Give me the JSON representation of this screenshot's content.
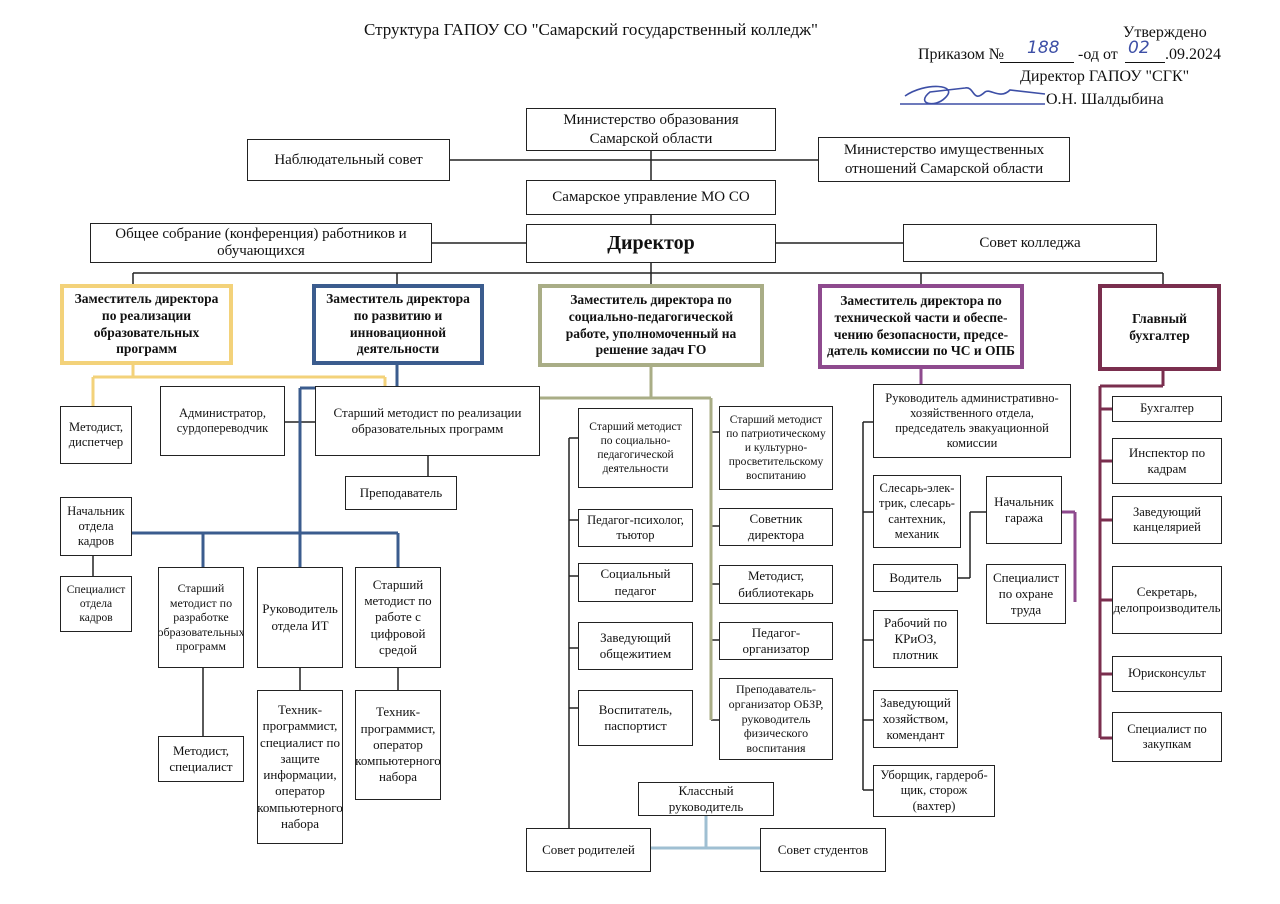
{
  "header": {
    "title": "Структура ГАПОУ СО \"Самарский государственный колледж\"",
    "approved": "Утверждено",
    "order_prefix": "Приказом №",
    "order_number": "188",
    "order_mid": "-од от",
    "order_day": "02",
    "order_rest": ".09.2024",
    "director_title": "Директор ГАПОУ \"СГК\"",
    "director_name": "О.Н. Шалдыбина"
  },
  "colors": {
    "line_black": "#222222",
    "dep1_yellow": "#f3d27a",
    "dep2_blue": "#3b5c8e",
    "dep3_olive": "#a9ad86",
    "dep4_purple": "#8e4a8e",
    "dep5_maroon": "#7a2e4e"
  },
  "top": {
    "ministry_education": "Министерство образования Самарской области",
    "supervisory_board": "Наблюдательный совет",
    "ministry_property": "Министерство имущественных отношений Самарской области",
    "samara_department": "Самарское управление МО СО",
    "general_meeting": "Общее собрание (конференция) работников и обучающихся",
    "director": "Директор",
    "college_council": "Совет колледжа"
  },
  "deputies": {
    "edu_programs": "Заместитель директора по реализации образовательных программ",
    "development": "Заместитель директора по развитию и инновационной деятельности",
    "social": "Заместитель директора по социально-педагогической работе, уполномоченный на решение задач ГО",
    "technical": "Заместитель директора по технической части и обеспе-чению безопасности, предсе-датель комиссии по ЧС и ОПБ",
    "accountant": "Главный бухгалтер"
  },
  "units": {
    "methodist_dispatcher": "Методист, диспетчер",
    "administrator": "Администратор, сурдопереводчик",
    "senior_methodist_edu": "Старший методист по реализации образовательных программ",
    "teacher": "Преподаватель",
    "hr_head": "Начальник отдела кадров",
    "hr_specialist": "Специалист отдела кадров",
    "senior_methodist_dev": "Старший методист по разработке образовательных программ",
    "it_head": "Руководитель отдела ИТ",
    "senior_methodist_digital": "Старший методист по работе с цифровой средой",
    "methodist_specialist": "Методист, специалист",
    "tech_programmer_security": "Техник-программист, специалист по защите информации, оператор компьютерного набора",
    "tech_programmer": "Техник-программист, оператор компьютерного набора",
    "senior_methodist_social": "Старший методист по социально-педагогической деятельности",
    "psychologist": "Педагог-психолог, тьютор",
    "social_teacher": "Социальный педагог",
    "dorm_head": "Заведующий общежитием",
    "educator": "Воспитатель, паспортист",
    "senior_methodist_patriotic": "Старший методист по патриотическому и культурно-просветительскому воспитанию",
    "director_advisor": "Советник директора",
    "methodist_librarian": "Методист, библиотекарь",
    "organizer": "Педагог-организатор",
    "obzr_teacher": "Преподаватель-организатор ОБЗР, руководитель физического воспитания",
    "class_teacher": "Классный руководитель",
    "parents_council": "Совет родителей",
    "students_council": "Совет студентов",
    "admin_head": "Руководитель административно-хозяйственного отдела, председатель эвакуационной комиссии",
    "electrician": "Слесарь-элек-трик, слесарь-сантехник, механик",
    "garage_head": "Начальник гаража",
    "driver": "Водитель",
    "labor_specialist": "Специалист по охране труда",
    "worker": "Рабочий по КРиОЗ, плотник",
    "household_head": "Заведующий хозяйством, комендант",
    "cleaner": "Уборщик, гардероб-щик, сторож (вахтер)",
    "accountant_staff": "Бухгалтер",
    "hr_inspector": "Инспектор по кадрам",
    "office_head": "Заведующий канцелярией",
    "secretary": "Секретарь, делопроизводитель",
    "lawyer": "Юрисконсульт",
    "procurement": "Специалист по закупкам"
  }
}
